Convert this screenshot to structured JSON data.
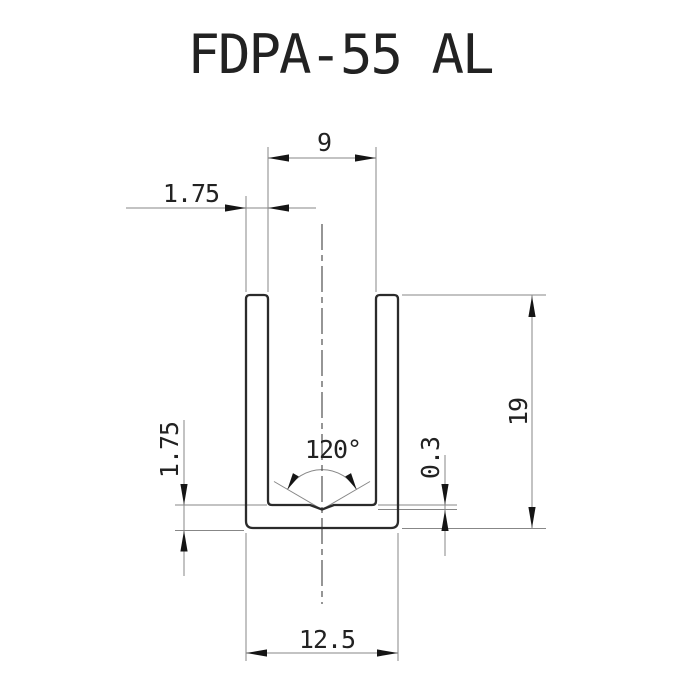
{
  "title": "FDPA-55 AL",
  "dimensions": {
    "inner_width": "9",
    "wall_thickness": "1.75",
    "groove_angle": "120°",
    "notch_depth": "0.3",
    "height": "19",
    "floor_thickness": "1.75",
    "outer_width": "12.5"
  },
  "colors": {
    "profile": "#2b2b2b",
    "dim_line": "#878787",
    "centerline": "#4f4f4f",
    "arrow": "#151515",
    "text": "#222222"
  }
}
